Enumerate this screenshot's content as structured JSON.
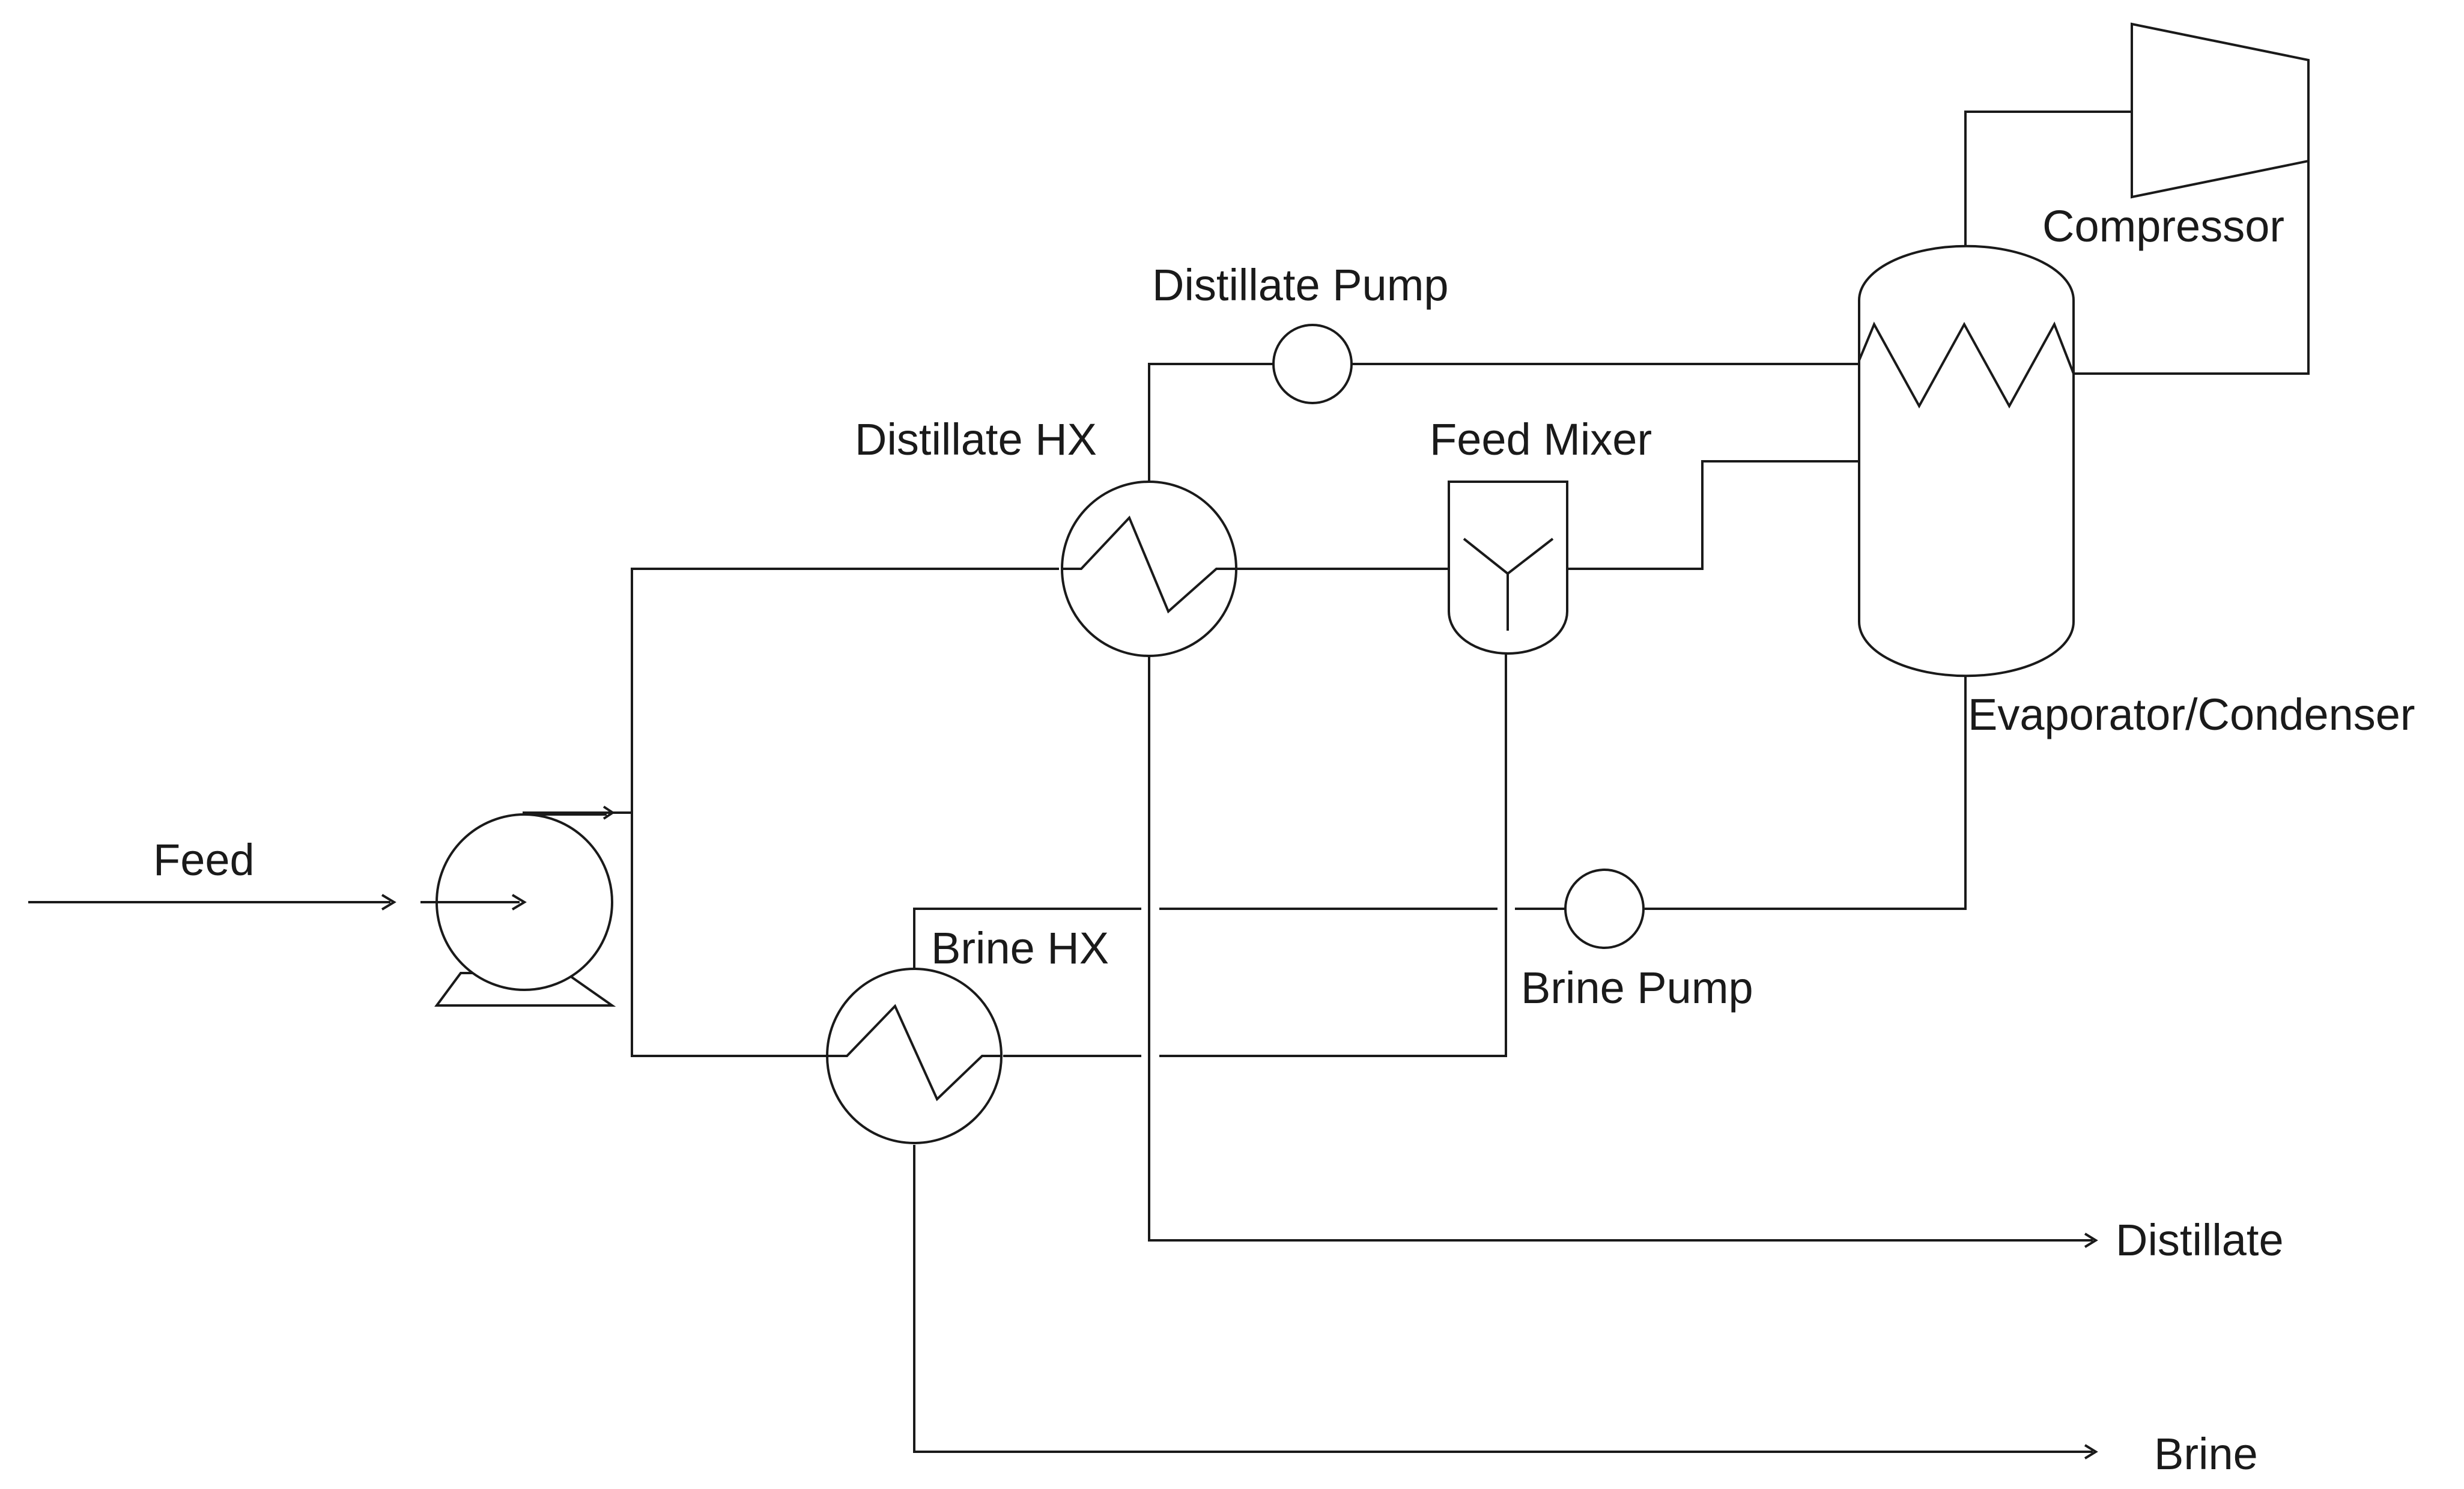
{
  "diagram": {
    "type": "process-flow-diagram",
    "line_color": "#1a1a1a",
    "background": "#ffffff",
    "labels": {
      "feed": "Feed",
      "distillate_pump": "Distillate Pump",
      "distillate_hx": "Distillate HX",
      "feed_mixer": "Feed Mixer",
      "compressor": "Compressor",
      "evaporator_condenser": "Evaporator/Condenser",
      "brine_hx": "Brine HX",
      "brine_pump": "Brine Pump",
      "distillate_out": "Distillate",
      "brine_out": "Brine"
    },
    "units": [
      {
        "id": "feed-pump",
        "kind": "centrifugal-pump",
        "icon": "pump-icon"
      },
      {
        "id": "distillate-hx",
        "kind": "heat-exchanger",
        "icon": "heat-exchanger-icon"
      },
      {
        "id": "brine-hx",
        "kind": "heat-exchanger",
        "icon": "heat-exchanger-icon"
      },
      {
        "id": "feed-mixer",
        "kind": "mixer",
        "icon": "mixer-icon"
      },
      {
        "id": "distillate-pump",
        "kind": "pump",
        "icon": "pump-circle-icon"
      },
      {
        "id": "brine-pump",
        "kind": "pump",
        "icon": "pump-circle-icon"
      },
      {
        "id": "evaporator-condenser",
        "kind": "vessel-with-coil",
        "icon": "vessel-icon"
      },
      {
        "id": "compressor",
        "kind": "compressor",
        "icon": "compressor-icon"
      }
    ]
  }
}
